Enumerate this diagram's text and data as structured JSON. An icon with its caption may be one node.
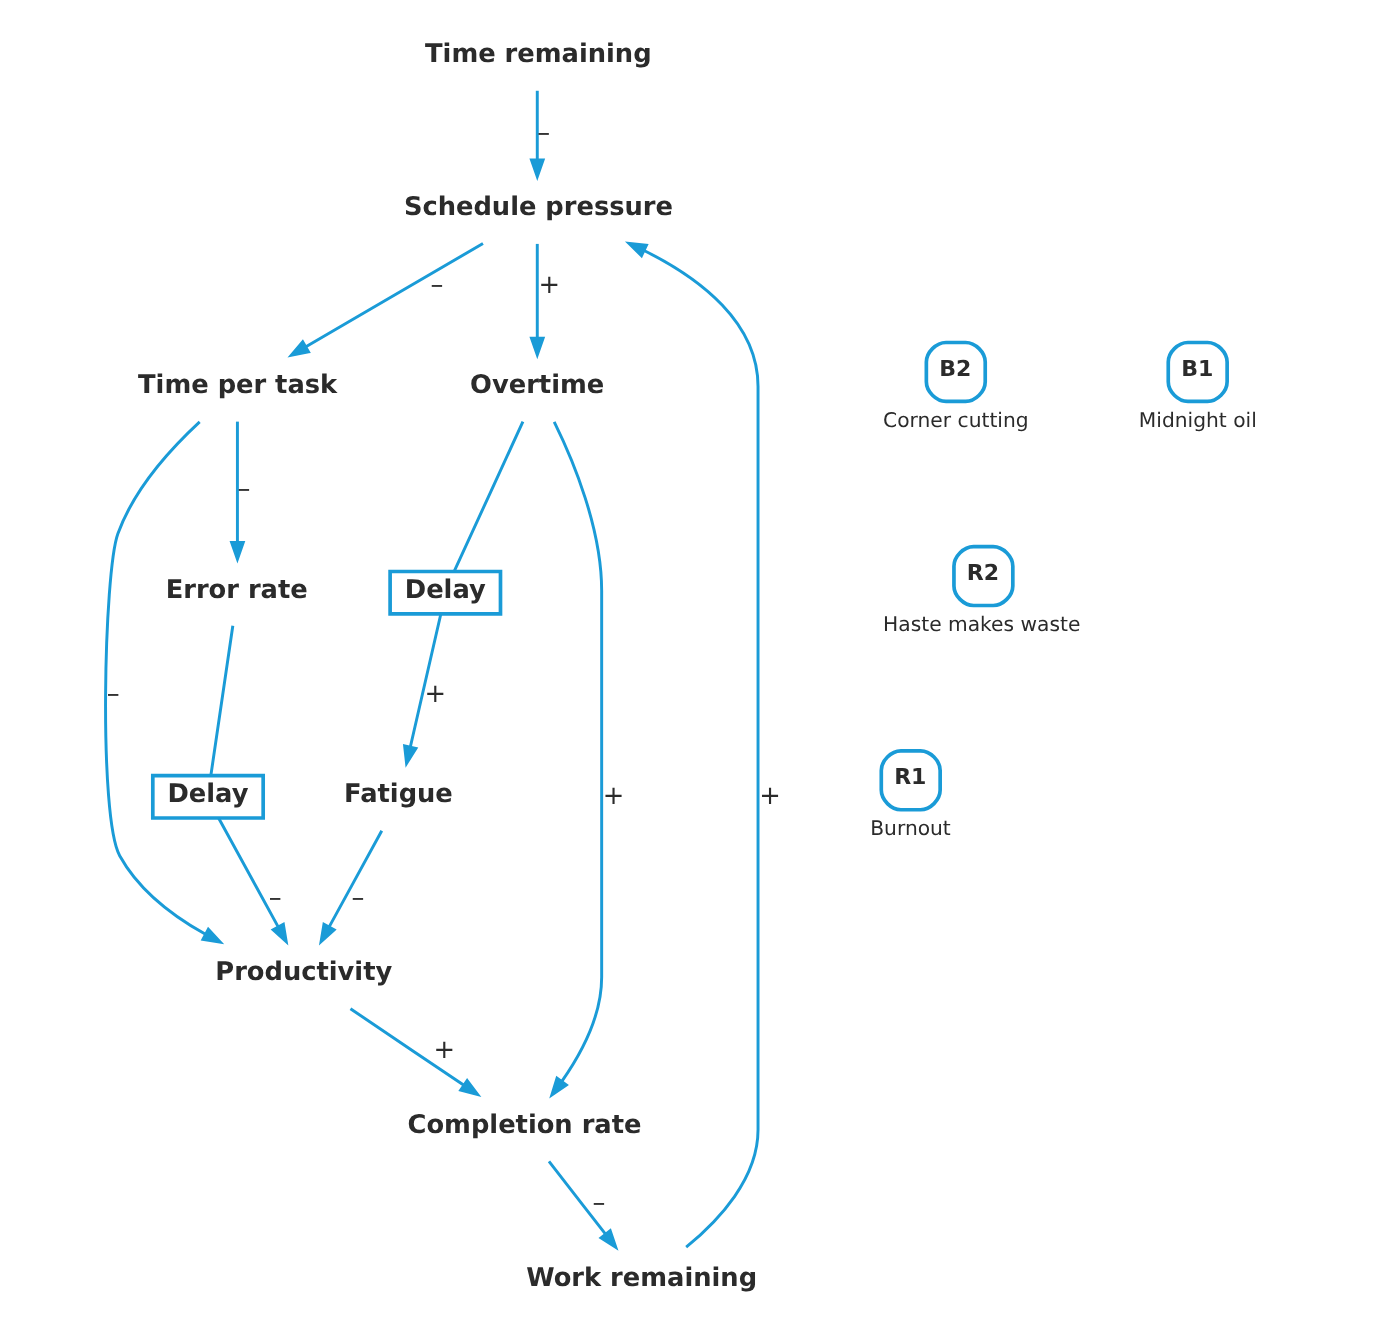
{
  "diagram": {
    "nodes": [
      {
        "text": [
          "Time remaining"
        ]
      },
      {
        "text": [
          "Schedule pressure"
        ]
      },
      {
        "text": [
          "Work remaining"
        ]
      },
      {
        "text": [
          "Time per task"
        ]
      },
      {
        "text": [
          "Overtime"
        ]
      },
      {
        "text": [
          "Delay"
        ]
      },
      {
        "text": [
          "Fatigue"
        ]
      },
      {
        "text": [
          "Completion rate"
        ]
      },
      {
        "text": [
          "Productivity"
        ]
      },
      {
        "text": [
          "Error rate"
        ]
      },
      {
        "text": [
          "Delay"
        ]
      },
      {
        "text": [
          "B2"
        ],
        "beside": [
          "Corner cutting"
        ]
      },
      {
        "text": [
          "B1"
        ],
        "beside": [
          "Midnight oil"
        ]
      },
      {
        "text": [
          "R1"
        ],
        "beside": [
          "Burnout"
        ]
      },
      {
        "text": [
          "R2"
        ],
        "beside": [
          "Haste makes waste"
        ]
      }
    ],
    "edges": [
      {
        "from": 0,
        "to": 1,
        "arrow": "to",
        "label": "–"
      },
      {
        "from": 2,
        "to": 1,
        "arrow": "to",
        "label": "+"
      },
      {
        "from": 1,
        "to": 3,
        "arrow": "to",
        "label": "–"
      },
      {
        "from": 1,
        "to": 4,
        "arrow": "to",
        "label": "+"
      },
      {
        "from": 4,
        "to": 5,
        "arrow": "none"
      },
      {
        "from": 5,
        "to": 6,
        "arrow": "to",
        "label": "+"
      },
      {
        "from": 4,
        "to": 7,
        "arrow": "to",
        "label": "+"
      },
      {
        "from": 6,
        "to": 8,
        "arrow": "to",
        "label": "–"
      },
      {
        "from": 3,
        "to": 8,
        "arrow": "to",
        "label": "–"
      },
      {
        "from": 3,
        "to": 9,
        "arrow": "to",
        "label": "–"
      },
      {
        "from": 9,
        "to": 10,
        "arrow": "none"
      },
      {
        "from": 10,
        "to": 8,
        "arrow": "to",
        "label": "–"
      },
      {
        "from": 8,
        "to": 7,
        "arrow": "to",
        "label": "+"
      },
      {
        "from": 7,
        "to": 2,
        "arrow": "to",
        "label": "–"
      }
    ]
  }
}
